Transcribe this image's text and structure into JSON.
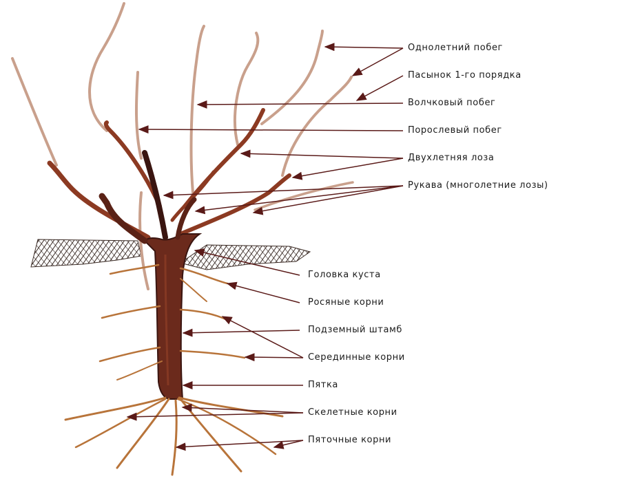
{
  "labels": {
    "annual_shoot": "Однолетний побег",
    "stepson_1st_order": "Пасынок 1-го порядка",
    "water_shoot": "Волчковый побег",
    "sucker_shoot": "Порослевый побег",
    "two_year_vine": "Двухлетняя лоза",
    "arms": "Рукава (многолетние лозы)",
    "bush_head": "Головка куста",
    "dew_roots": "Росяные корни",
    "underground_trunk": "Подземный штамб",
    "middle_roots": "Серединные корни",
    "heel": "Пятка",
    "skeletal_roots": "Скелетные корни",
    "heel_roots": "Пяточные корни"
  },
  "colors": {
    "trunk": "#6b2a1c",
    "trunk_dark": "#3a1510",
    "arm": "#8c3a22",
    "annual_shoot": "#c9a08c",
    "root": "#b8743a",
    "soil": "#3a2a24",
    "arrow": "#5a1a18",
    "text": "#1a1a1a"
  }
}
